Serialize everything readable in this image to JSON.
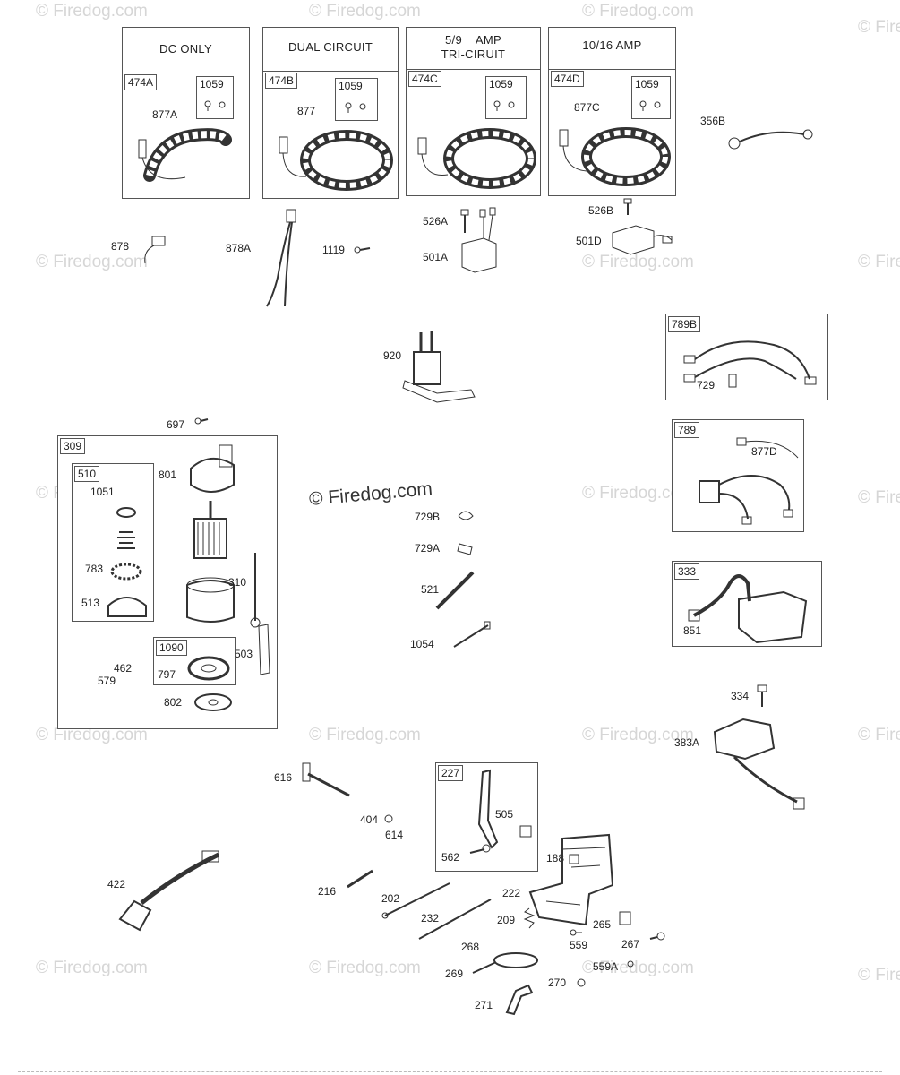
{
  "watermark": "© Firedog.com",
  "panels": {
    "dc_only": {
      "title": "DC ONLY",
      "tag": "474A",
      "kit": "1059",
      "part": "877A"
    },
    "dual_circuit": {
      "title": "DUAL CIRCUIT",
      "tag": "474B",
      "kit": "1059",
      "part": "877"
    },
    "tri_circuit": {
      "title_line1": "5/9    AMP",
      "title_line2": "TRI-CIRUIT",
      "tag": "474C",
      "kit": "1059"
    },
    "amp_10_16": {
      "title": "10/16 AMP",
      "tag": "474D",
      "kit": "1059",
      "part": "877C"
    },
    "box_789b": {
      "tag": "789B",
      "part": "729"
    },
    "box_789": {
      "tag": "789",
      "part": "877D"
    },
    "box_333": {
      "tag": "333",
      "part": "851"
    },
    "box_309": {
      "tag": "309"
    },
    "box_510": {
      "tag": "510",
      "parts": [
        "1051",
        "783",
        "513"
      ]
    },
    "box_1090": {
      "tag": "1090",
      "part": "797"
    },
    "box_227": {
      "tag": "227",
      "parts": [
        "505",
        "562"
      ]
    }
  },
  "labels": {
    "p356B": "356B",
    "p878": "878",
    "p878A": "878A",
    "p1119": "1119",
    "p526A": "526A",
    "p501A": "501A",
    "p526B": "526B",
    "p501D": "501D",
    "p920": "920",
    "p697": "697",
    "p801": "801",
    "p310": "310",
    "p503": "503",
    "p462": "462",
    "p579": "579",
    "p802": "802",
    "p729B": "729B",
    "p729A": "729A",
    "p521": "521",
    "p1054": "1054",
    "p334": "334",
    "p383A": "383A",
    "p616": "616",
    "p404": "404",
    "p614": "614",
    "p188": "188",
    "p422": "422",
    "p216": "216",
    "p202": "202",
    "p222": "222",
    "p232": "232",
    "p209": "209",
    "p265": "265",
    "p559": "559",
    "p267": "267",
    "p268": "268",
    "p269": "269",
    "p559A": "559A",
    "p270": "270",
    "p271": "271"
  }
}
